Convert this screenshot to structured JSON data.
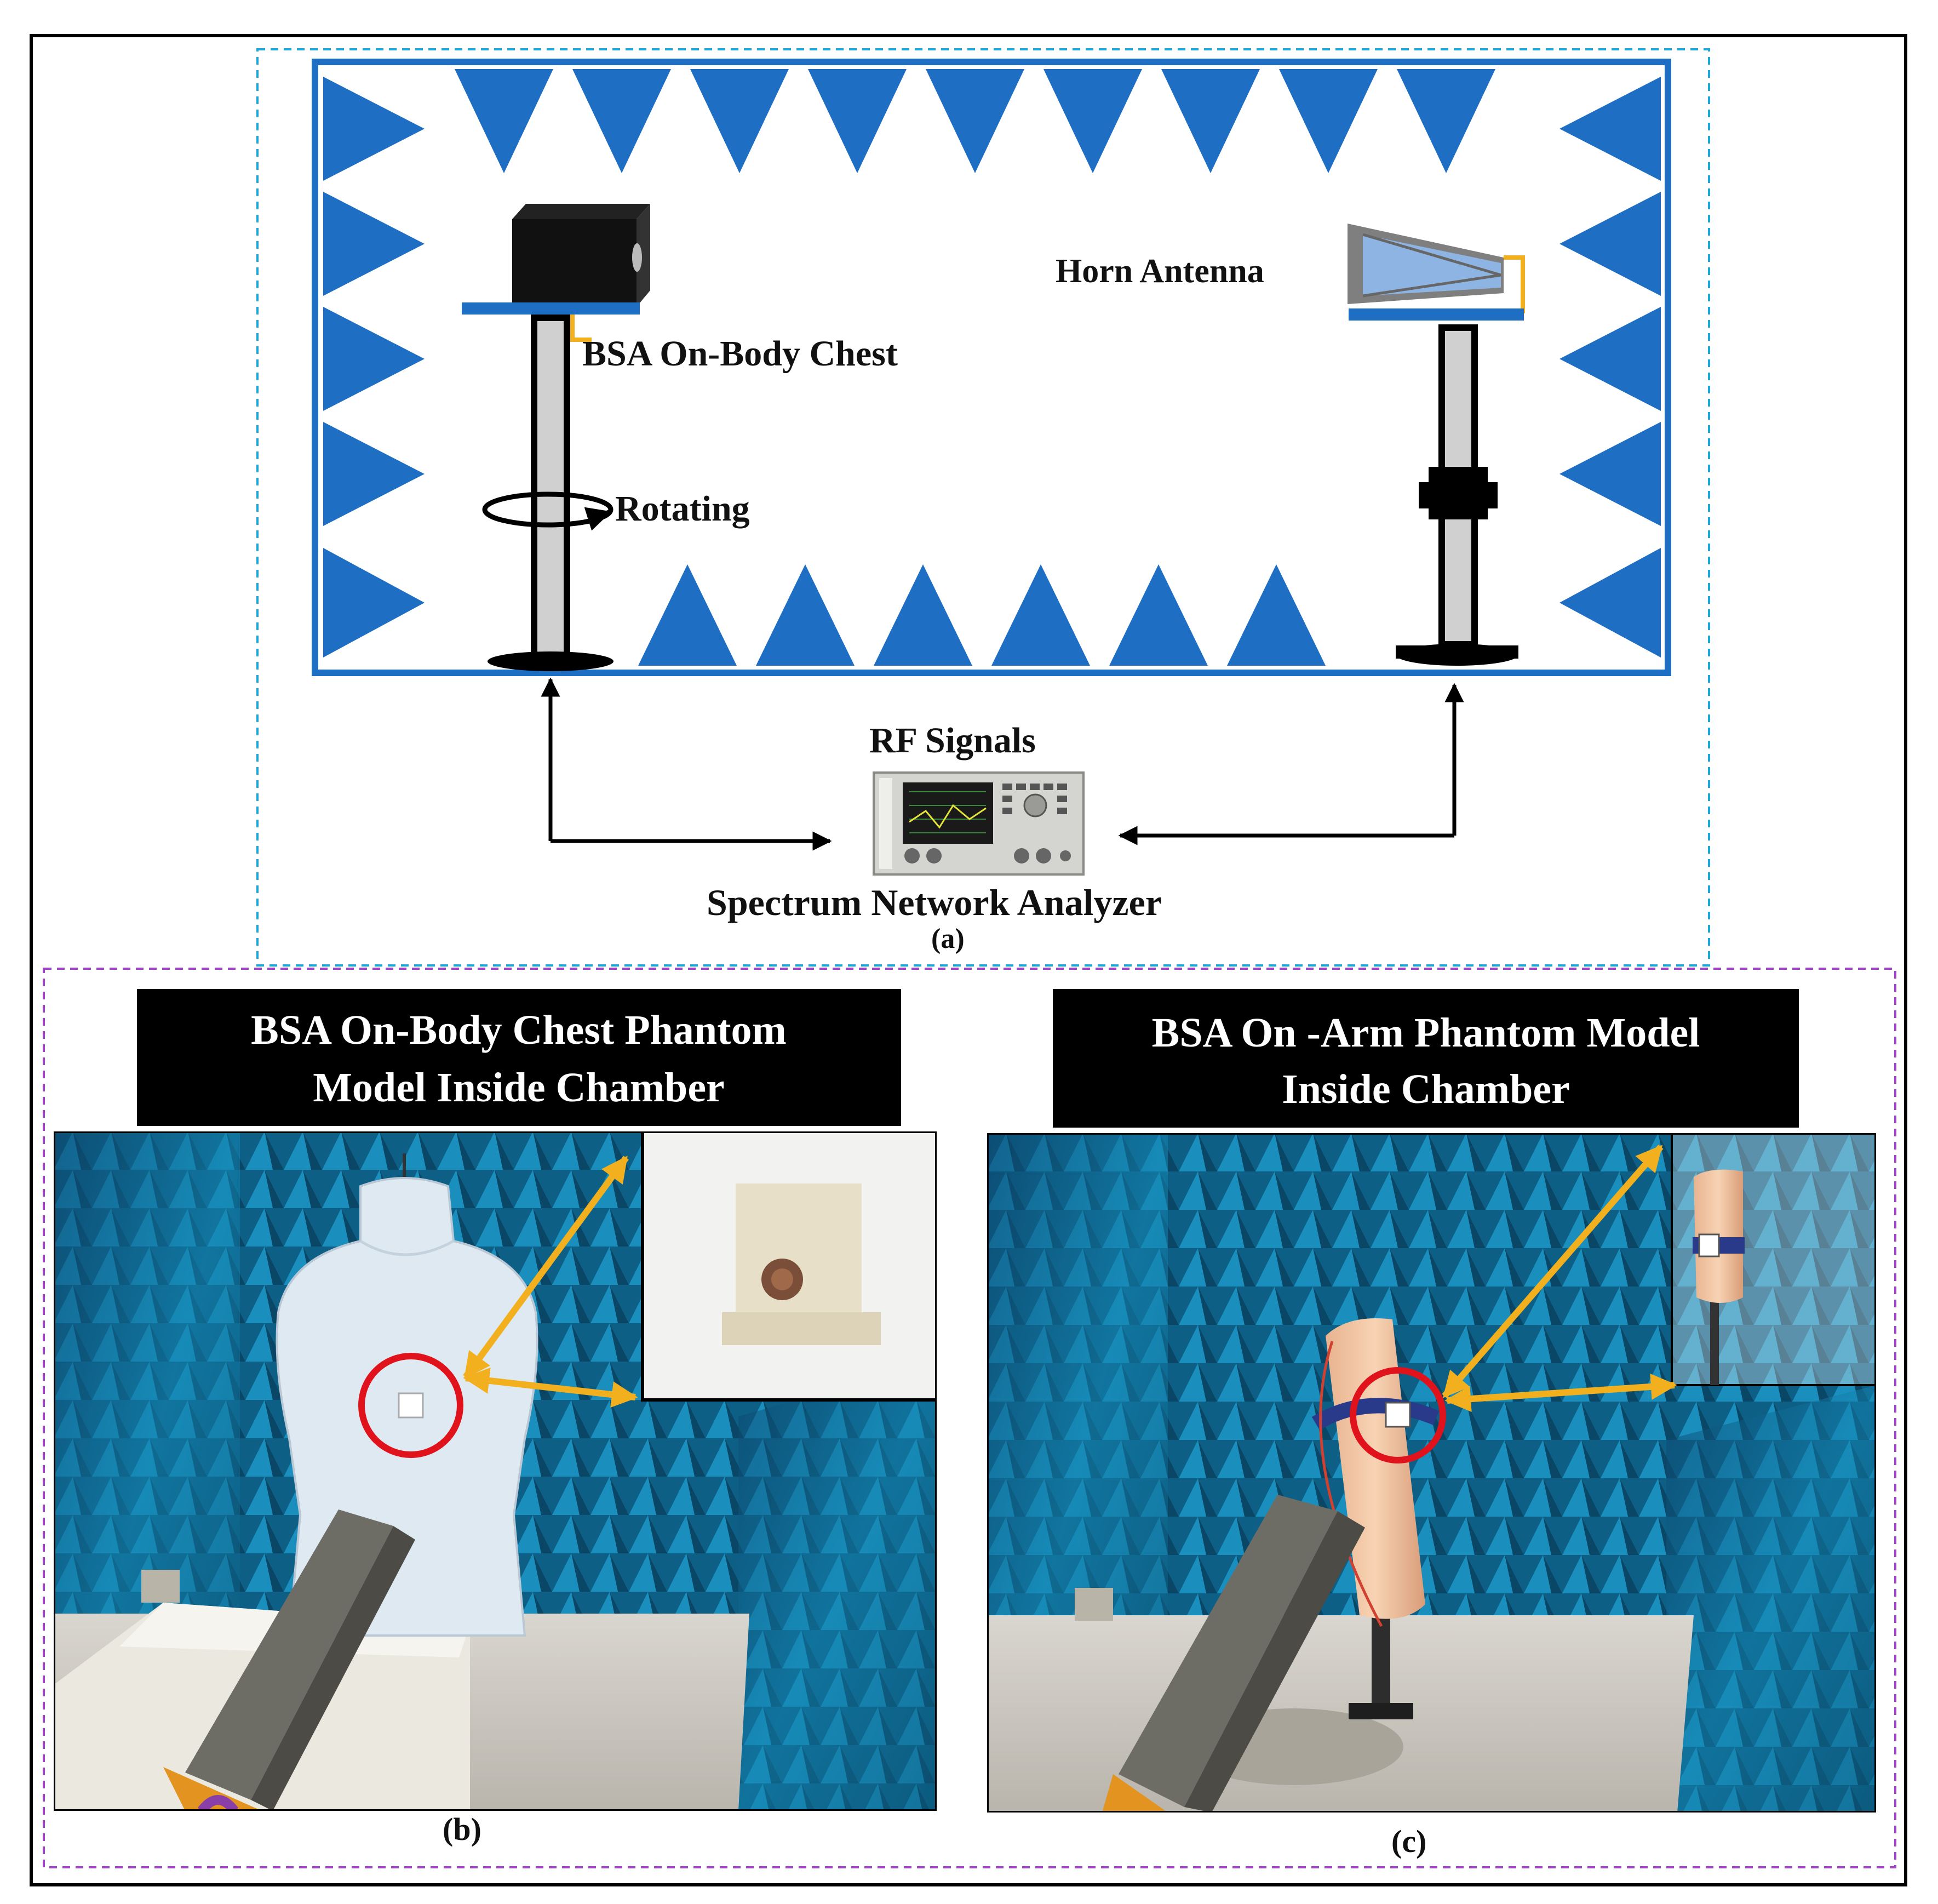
{
  "panel_a": {
    "labels": {
      "horn_antenna": "Horn Antenna",
      "bsa_chest": "BSA On-Body Chest",
      "rotating": "Rotating",
      "rf_signals": "RF Signals",
      "analyzer": "Spectrum Network Analyzer"
    },
    "caption": "(a)"
  },
  "panel_b": {
    "title_line1": "BSA On-Body Chest Phantom",
    "title_line2": "Model Inside Chamber",
    "caption": "(b)"
  },
  "panel_c": {
    "title_line1": "BSA On -Arm Phantom Model",
    "title_line2": "Inside Chamber",
    "caption": "(c)"
  },
  "colors": {
    "absorber_blue": "#1e6fc4",
    "arrow_yellow": "#f2b01e",
    "highlight_red": "#e0121b",
    "chamber_photo": "#0e6f98"
  }
}
